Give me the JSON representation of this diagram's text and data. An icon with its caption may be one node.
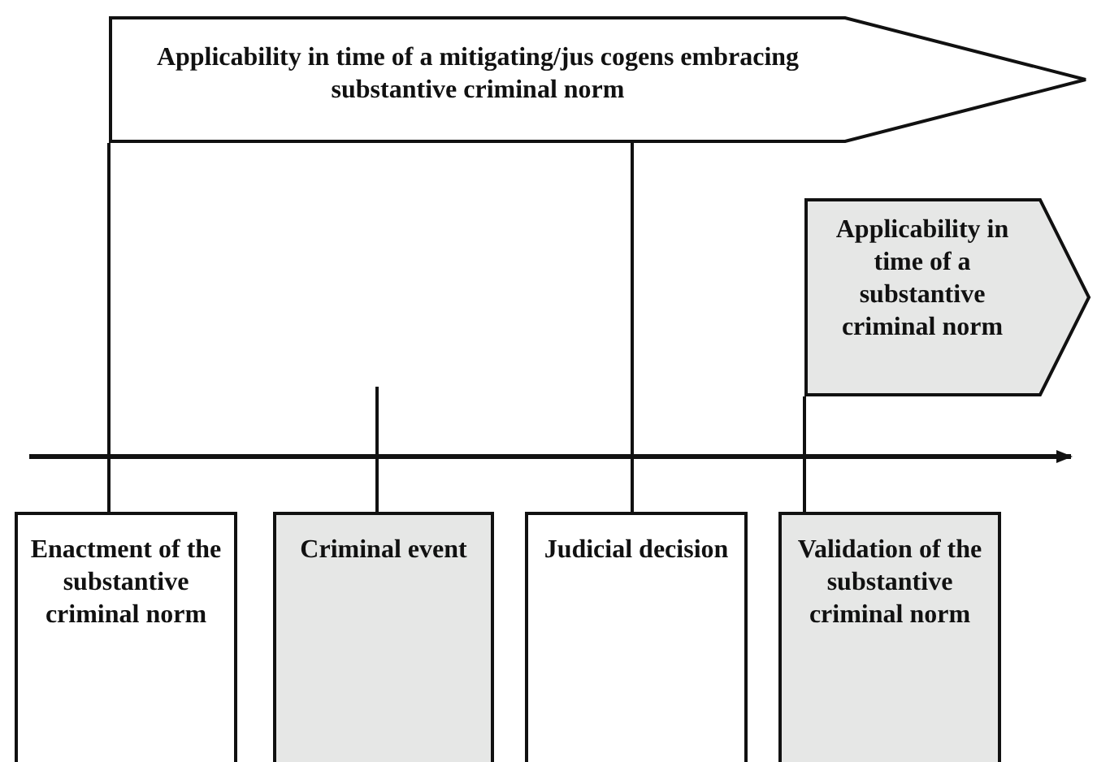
{
  "diagram": {
    "nodes": [
      {
        "text": [
          "Applicability in time of a mitigating/jus cogens embracing substantive criminal norm"
        ]
      },
      {
        "text": [
          "Applicability in time of a substantive criminal norm"
        ]
      },
      {
        "text": [
          "Enactment of the substantive criminal norm"
        ]
      },
      {
        "text": [
          "Criminal event"
        ]
      },
      {
        "text": [
          "Judicial decision"
        ]
      },
      {
        "text": [
          "Validation of the substantive criminal norm"
        ]
      }
    ],
    "edges": [
      {
        "from": 2,
        "to": 0,
        "arrow": "none"
      },
      {
        "from": 3,
        "to": null,
        "arrow": "none"
      },
      {
        "from": 4,
        "to": 0,
        "arrow": "none"
      },
      {
        "from": 5,
        "to": 1,
        "arrow": "none"
      }
    ]
  }
}
